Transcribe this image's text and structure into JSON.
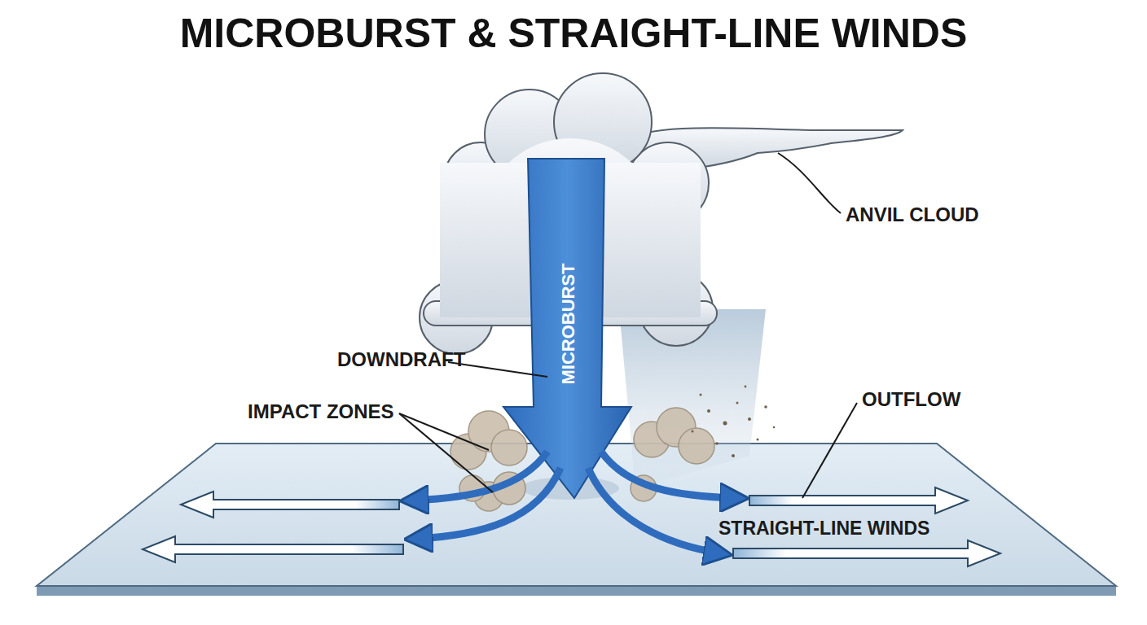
{
  "diagram": {
    "title": "MICROBURST & STRAIGHT-LINE WINDS",
    "labels": [
      "ANVIL CLOUD",
      "MICROBURST",
      "DOWNDRAFT",
      "IMPACT ZONES",
      "OUTFLOW",
      "STRAIGHT-LINE WINDS"
    ]
  }
}
